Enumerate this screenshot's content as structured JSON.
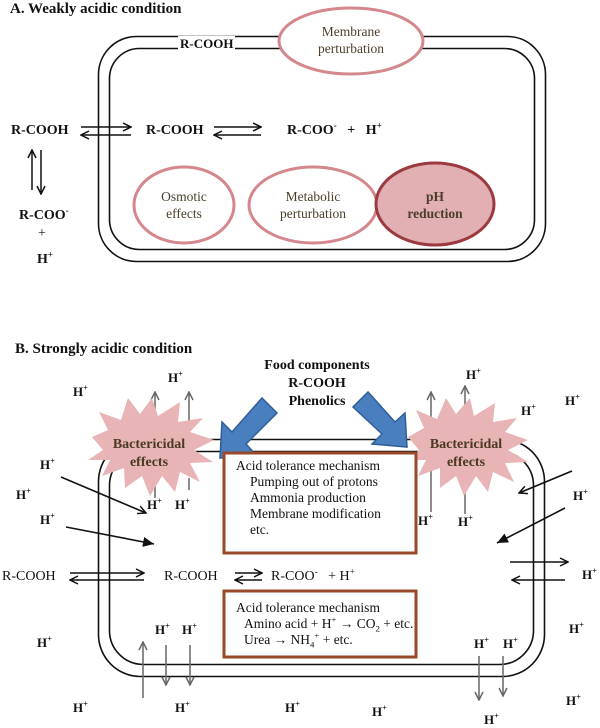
{
  "panel_a": {
    "title": "A. Weakly acidic condition",
    "membrane_label": "R-COOH",
    "outside_acid": "R-COOH",
    "inside_acid": "R-COOH",
    "dissociation": {
      "anion": "R-COO",
      "anion_charge": "-",
      "plus": "+",
      "proton": "H",
      "proton_charge": "+"
    },
    "outside_dissociation": {
      "anion": "R-COO",
      "anion_charge": "-",
      "plus": "+",
      "proton": "H",
      "proton_charge": "+"
    },
    "effects": [
      {
        "line1": "Membrane",
        "line2": "perturbation"
      },
      {
        "line1": "Osmotic",
        "line2": "effects"
      },
      {
        "line1": "Metabolic",
        "line2": "perturbation"
      },
      {
        "line1": "pH",
        "line2": "reduction"
      }
    ],
    "colors": {
      "oval_stroke": "#d4878c",
      "ph_fill": "#e2b0b2",
      "ph_stroke": "#9c3a40",
      "membrane": "#111111"
    }
  },
  "panel_b": {
    "title": "B. Strongly acidic condition",
    "food_components": [
      "Food components",
      "R-COOH",
      "Phenolics"
    ],
    "bactericidal": {
      "line1": "Bactericidal",
      "line2": "effects"
    },
    "box1": {
      "title": "Acid tolerance mechanism",
      "items": [
        "Pumping out of protons",
        "Ammonia production",
        "Membrane modification",
        "etc."
      ]
    },
    "box2": {
      "title": "Acid tolerance mechanism",
      "line1": {
        "a": "Amino acid + H",
        "a_sup": "+",
        "arrow": " → CO",
        "co2_sub": "2",
        "rest": " + etc."
      },
      "line2": {
        "a": "Urea → NH",
        "sub": "4",
        "sup": "+",
        "rest": " + etc."
      }
    },
    "outside_acid": "R-COOH",
    "inside_acid": "R-COOH",
    "dissociation": {
      "anion": "R-COO",
      "anion_charge": "-",
      "plus": "+",
      "proton": "H",
      "proton_charge": "+"
    },
    "proton_label": "H",
    "proton_charge": "+",
    "colors": {
      "burst_fill": "#e8b4b5",
      "burst_text": "#4a3a22",
      "box_stroke": "#9a4a2c",
      "arrow_blue": "#4a7fbf",
      "arrow_blue_stroke": "#2e5d99",
      "grey_arrow": "#666666"
    }
  }
}
